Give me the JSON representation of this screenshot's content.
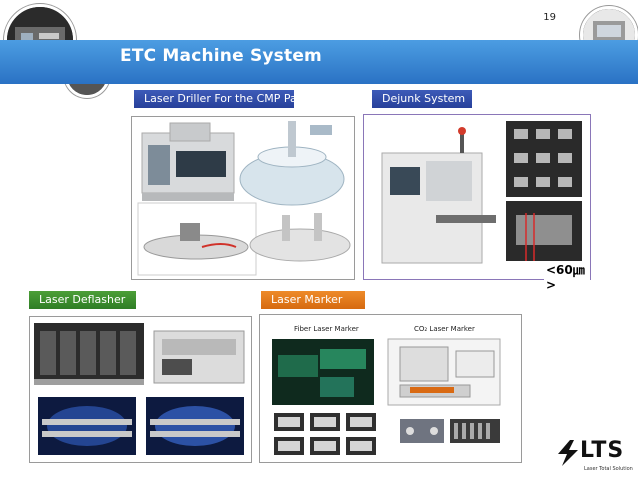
{
  "slide": {
    "page_number": "19",
    "title": "ETC Machine System"
  },
  "sections": {
    "laser_driller": {
      "label": "Laser Driller For the CMP Pad"
    },
    "dejunk": {
      "label": "Dejunk System",
      "measure": "<60㎛>"
    },
    "deflasher": {
      "label": "Laser Deflasher"
    },
    "marker": {
      "label": "Laser Marker",
      "fiber_caption": "Fiber Laser Marker",
      "co2_caption": "CO₂ Laser Marker"
    }
  },
  "logo": {
    "text": "LTS",
    "subtext": "Laser Total Solution"
  }
}
